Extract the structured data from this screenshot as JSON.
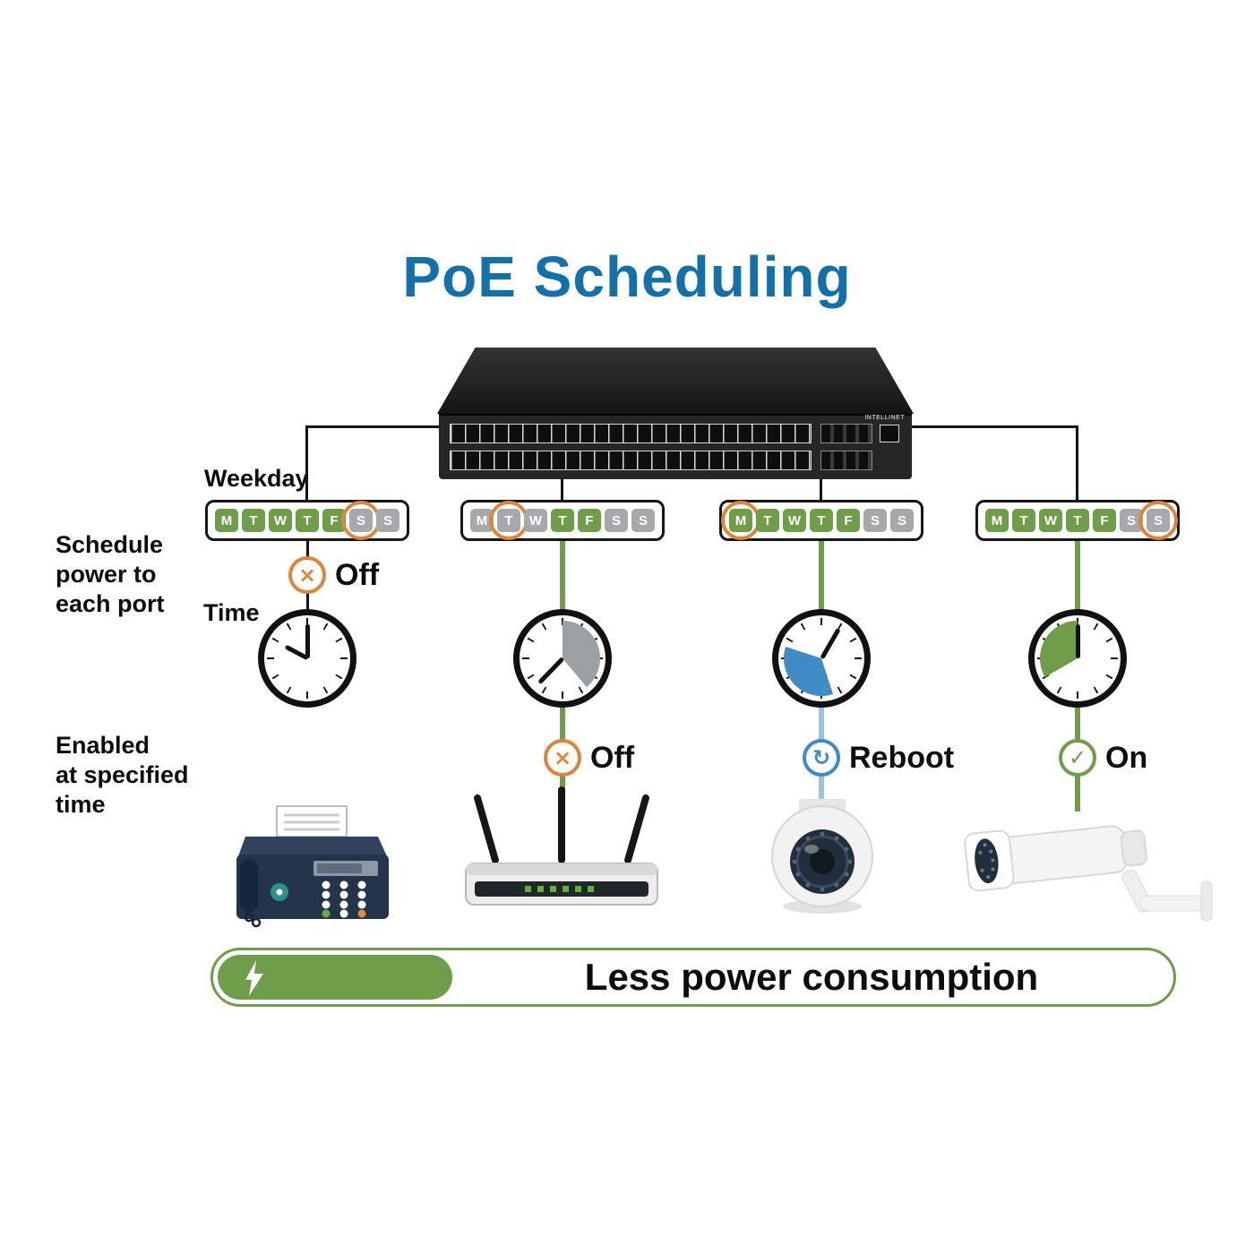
{
  "title": "PoE Scheduling",
  "switch": {
    "brand": "INTELLINET"
  },
  "side_labels": {
    "weekday": "Weekday",
    "schedule_lines": [
      "Schedule",
      "power to",
      "each port"
    ],
    "time": "Time",
    "enabled_lines": [
      "Enabled",
      "at specified",
      "time"
    ]
  },
  "colors": {
    "title_blue": "#1470a8",
    "green": "#6f9d4a",
    "gray": "#a6a8ab",
    "orange": "#dd863a",
    "blue": "#3e8bc6",
    "light_blue": "#9cc4e2"
  },
  "columns": [
    {
      "device": "fax-machine",
      "days": [
        {
          "label": "M",
          "classes": "green"
        },
        {
          "label": "T",
          "classes": "green"
        },
        {
          "label": "W",
          "classes": "green"
        },
        {
          "label": "T",
          "classes": "green"
        },
        {
          "label": "F",
          "classes": "green"
        },
        {
          "label": "S",
          "classes": "gray ringed"
        },
        {
          "label": "S",
          "classes": "gray"
        }
      ],
      "clock": "clock-plain",
      "action": {
        "label": "Off",
        "glyph": "×"
      }
    },
    {
      "device": "wireless-router",
      "days": [
        {
          "label": "M",
          "classes": "gray"
        },
        {
          "label": "T",
          "classes": "gray ringed"
        },
        {
          "label": "W",
          "classes": "gray"
        },
        {
          "label": "T",
          "classes": "green"
        },
        {
          "label": "F",
          "classes": "green"
        },
        {
          "label": "S",
          "classes": "gray"
        },
        {
          "label": "S",
          "classes": "gray"
        }
      ],
      "clock": "clock-gray",
      "action": {
        "label": "Off",
        "glyph": "×"
      }
    },
    {
      "device": "dome-camera",
      "days": [
        {
          "label": "M",
          "classes": "green ringed"
        },
        {
          "label": "T",
          "classes": "green"
        },
        {
          "label": "W",
          "classes": "green"
        },
        {
          "label": "T",
          "classes": "green"
        },
        {
          "label": "F",
          "classes": "green"
        },
        {
          "label": "S",
          "classes": "gray"
        },
        {
          "label": "S",
          "classes": "gray"
        }
      ],
      "clock": "clock-blue",
      "action": {
        "label": "Reboot",
        "glyph": "↻"
      }
    },
    {
      "device": "bullet-camera",
      "days": [
        {
          "label": "M",
          "classes": "green"
        },
        {
          "label": "T",
          "classes": "green"
        },
        {
          "label": "W",
          "classes": "green"
        },
        {
          "label": "T",
          "classes": "green"
        },
        {
          "label": "F",
          "classes": "green"
        },
        {
          "label": "S",
          "classes": "gray"
        },
        {
          "label": "S",
          "classes": "gray ringed"
        }
      ],
      "clock": "clock-green",
      "action": {
        "label": "On",
        "glyph": "✓"
      }
    }
  ],
  "banner": {
    "text": "Less power consumption",
    "icon": "lightning-bolt"
  }
}
